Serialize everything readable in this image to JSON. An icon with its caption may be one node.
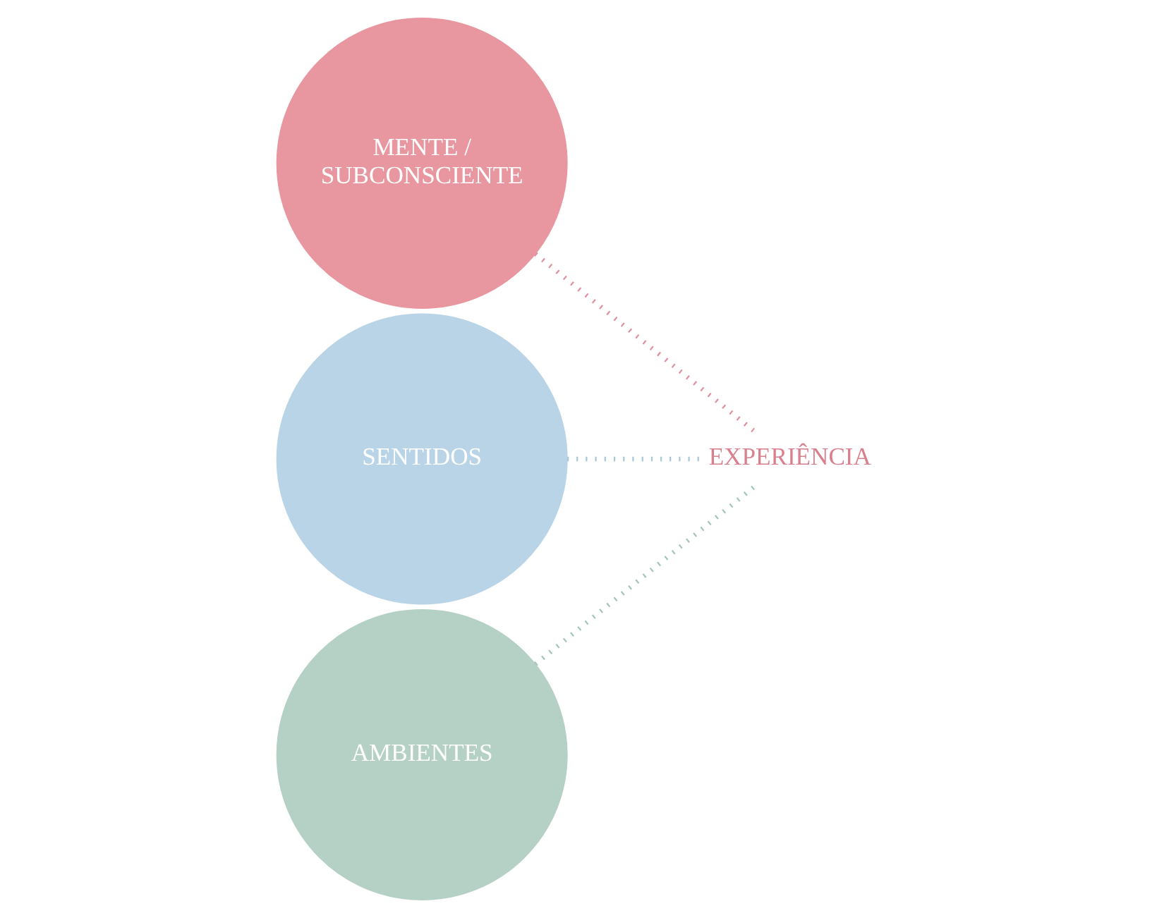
{
  "diagram": {
    "nodes": [
      {
        "text": [
          "MENTE / SUBCONSCIENTE"
        ]
      },
      {
        "text": [
          "SENTIDOS"
        ]
      },
      {
        "text": [
          "AMBIENTES"
        ]
      },
      {
        "text": [
          "EXPERIÊNCIA"
        ]
      }
    ],
    "edges": [
      {
        "from": 0,
        "to": 3,
        "arrow": "none",
        "style": "dashed",
        "color": "#e08f9c"
      },
      {
        "from": 1,
        "to": 3,
        "arrow": "none",
        "style": "dashed",
        "color": "#a7c6d8"
      },
      {
        "from": 2,
        "to": 3,
        "arrow": "none",
        "style": "dashed",
        "color": "#a3c4b8"
      }
    ]
  }
}
